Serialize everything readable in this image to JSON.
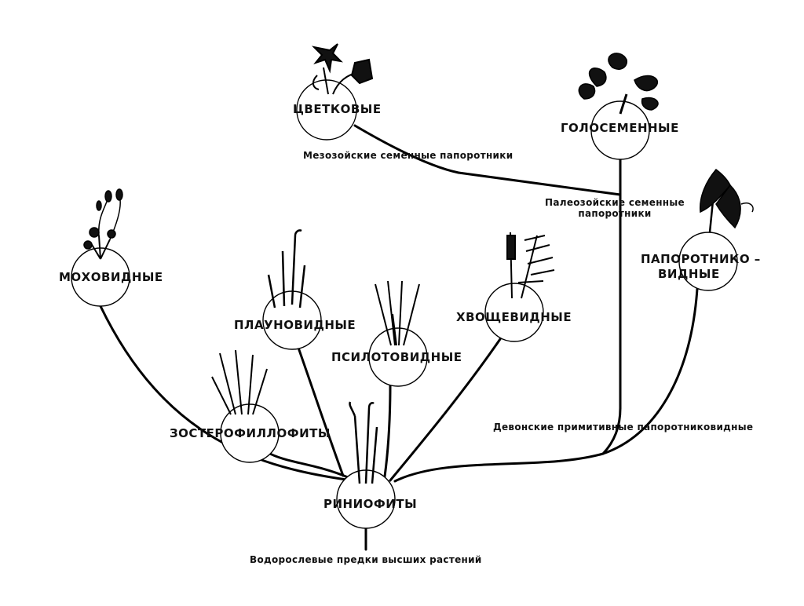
{
  "groups": {
    "flowering": "ЦВЕТКОВЫЕ",
    "gymnosperms": "ГОЛОСЕМЕННЫЕ",
    "mosses": "МОХОВИДНЫЕ",
    "lycophytes": "ПЛАУНОВИДНЫЕ",
    "psilotophytes": "ПСИЛОТОВИДНЫЕ",
    "horsetails": "ХВОЩЕВИДНЫЕ",
    "ferns_line1": "ПАПОРОТНИКО –",
    "ferns_line2": "ВИДНЫЕ",
    "zosterophyllophytes": "ЗОСТЕРОФИЛЛОФИТЫ",
    "rhyniophytes": "РИНИОФИТЫ"
  },
  "ancestors": {
    "mesozoic_seed_ferns": "Мезозойские семенные папоротники",
    "paleozoic_seed_ferns_line1": "Палеозойские семенные",
    "paleozoic_seed_ferns_line2": "папоротники",
    "devonian_primitive_ferns": "Девонские примитивные папоротниковидные",
    "algal_ancestors": "Водорослевые предки высших растений"
  }
}
